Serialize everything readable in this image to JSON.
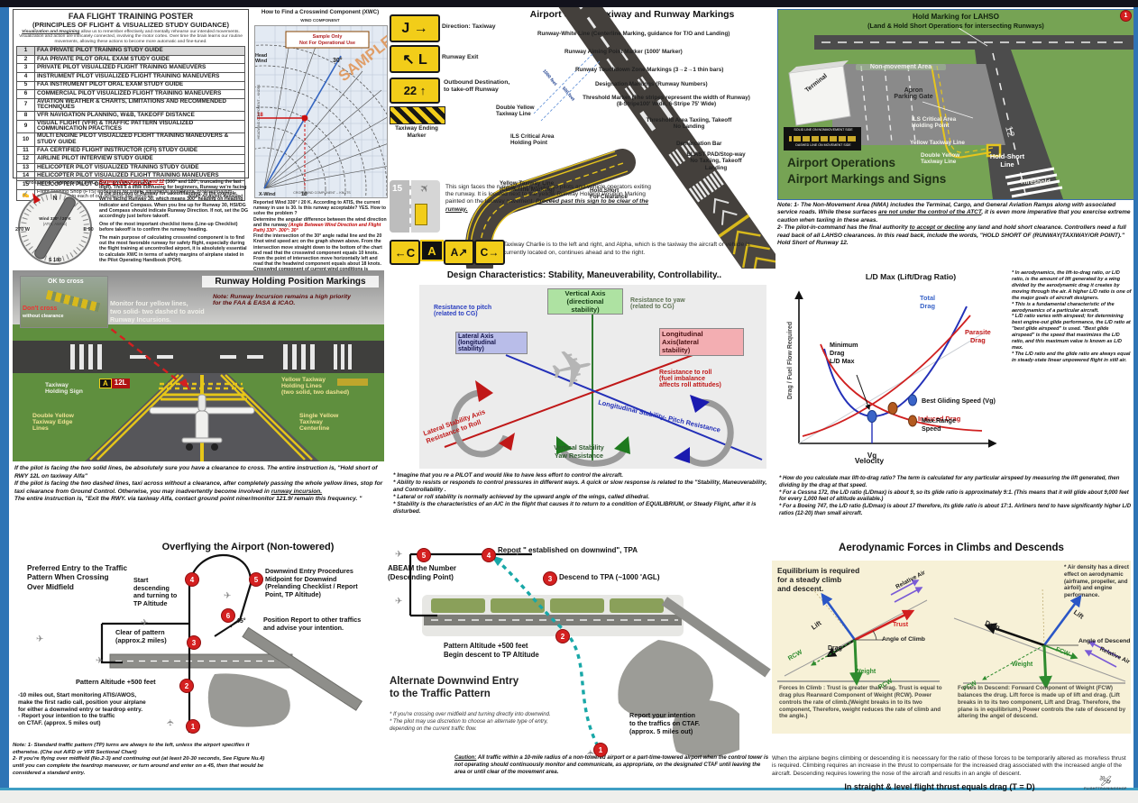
{
  "toc": {
    "title": "FAA FLIGHT TRAINING POSTER",
    "subtitle": "(PRINCIPLES OF FLIGHT & VISUALIZED STUDY GUIDANCE)",
    "intro_u": "Visualization and Imagining",
    "intro": " allow us to remember effectively and mentally rehearse our intended movements.  Visualization and action are intricately connected, involving the motor cortex. Over time the brain learns our routine movements, allowing these actions to become more automatic and fine-tuned.",
    "rows": [
      {
        "n": "1",
        "t": "FAA PRIVATE PILOT TRAINING STUDY GUIDE"
      },
      {
        "n": "2",
        "t": "FAA PRIVATE PILOT ORAL EXAM STUDY GUIDE"
      },
      {
        "n": "3",
        "t": "PRIVATE PILOT VISUALIZED FLIGHT TRAINING MANEUVERS"
      },
      {
        "n": "4",
        "t": "INSTRUMENT PILOT VISUALIZED FLIGHT TRAINING MANEUVERS"
      },
      {
        "n": "5",
        "t": "FAA INSTRUMENT PILOT ORAL EXAM STUDY GUIDE"
      },
      {
        "n": "6",
        "t": "COMMERCIAL PILOT VISUALIZED FLIGHT TRAINING MANEUVERS"
      },
      {
        "n": "7",
        "t": "AVIATION WEATHER & CHARTS, LIMITATIONS AND RECOMMENDED TECHNIQUES"
      },
      {
        "n": "8",
        "t": "VFR NAVIGATION PLANNING, W&B, TAKEOFF DISTANCE"
      },
      {
        "n": "9",
        "t": "VISUAL FLIGHT (VFR) & TRAFFIC PATTERN VISUALIZED COMMUNICATION PRACTICES"
      },
      {
        "n": "10",
        "t": "MULTI ENGINE PILOT VISUALIZED FLIGHT TRAINING MANEUVERS & STUDY GUIDE"
      },
      {
        "n": "11",
        "t": "FAA CERTIFIED FLIGHT INSTRUCTOR  (CFI) STUDY GUIDE"
      },
      {
        "n": "12",
        "t": "AIRLINE PILOT INTERVIEW STUDY GUIDE"
      },
      {
        "n": "13",
        "t": "HELICOPTER PILOT VISUALIZED TRAINING STUDY GUIDE"
      },
      {
        "n": "14",
        "t": "HELICOPTER PILOT VISUALIZED FLIGHT TRAINING MANEUVERS"
      },
      {
        "n": "15",
        "t": "HELICOPTER PILOT ORAL  STUDY GUIDE"
      }
    ],
    "pen_icon": "✍",
    "footer": "Flight Training Shop (FTS) endeavors for safety, situational awareness, professionalism, and excellence in each of our products and services.",
    "copyright": "2019© All Rights Reserved"
  },
  "cw": {
    "heading": "Crosswind Component (XWC)",
    "wind": "Wind 330° / 20 K",
    "wind2": "(ATIS, AWOS)",
    "n": "N",
    "e": "E 90",
    "s": "S 180",
    "w": "270 W",
    "p1r": "Runway directions 30 and 12",
    "p1": " (300° and 120°, truncating the last digit). This's a little confusing for beginners, Runway we're facing is the direction of Runway for takeoff/landing. In the example, We're facing Runway 30, which  means 300°  heading on Heading Indicator and Compass. When you line up for Runway 30, HSI/DG and  Compass should indicate Runway Direction. If not, set the DG accordingly just before takeoff.",
    "p2": "One of the most important checklist items (Line-up Checklist) before takeoff is to confirm the runway heading.",
    "p3": "The main purpose of calculating crosswind component is to find out the most favorable runway for safety flight, especially during the flight training at uncontrolled airport, it is absolutely essential to calculate XWC in terms of safety margins of airplane stated in the Pilot Operating Handbook (POH)."
  },
  "wc": {
    "title": "How to Find a Crosswind Component (XWC)",
    "sub": "WIND COMPONENT",
    "sample1": "Sample Only",
    "sample2": "Not For Operational Use",
    "watermark": "SAMPLE",
    "head": "Head\nWind",
    "deg": "30°",
    "v18": "18",
    "v10": "10",
    "xwind": "X-Wind",
    "xaxis": "CROSSWIND COMPONENT -- KNOTS",
    "yaxis": "HEADWIND COMPONENT -- KNOTS",
    "p1": "Reported Wind 330° / 20 K. According to ATIS, the current runway in use is 30. Is this runway acceptable? YES.  How to solve the problem ?",
    "p2a": "Determine the angular difference between the wind direction and the runway ",
    "p2r": "(Angle Between Wind Direction and Flight Path) 330°- 300°: 30°",
    "p3": "Find the intersection of the 30° angle radial line and the 20 Knot wind speed arc on the graph shown above. From the intersection  move straight down to the bottom of the chart and read that the crosswind component equals 10 knots. From the point of intersection move horizontally left and read that the headwind component equals about 18 knots. Crosswind component of current wind conditions is acceptable for Runway 30. ",
    "p3r": "Crosswind Component: 10 K. Headwind Component: 18 K."
  },
  "sg": {
    "title": "Airport Signs: Taxiway and Runway Markings",
    "s1": "J →",
    "s1l": "Direction: Taxiway",
    "s2": "↖ L",
    "s2l": "Runway Exit",
    "s3": "22 ↑",
    "s3l": "Outbound Destination,\nto take-off Runway",
    "s4l": "Taxiway Ending\nMarker",
    "r0": "Runway-White Line (Centerline Marking, guidance for T/O and Landing)",
    "r1": "Runway Aiming Point Marker (1000' Marker)",
    "r2": "Runway Touchdown Zone Markings (3→2→1 thin bars)",
    "r3": "Designation Markings (Runway Numbers)",
    "r4": "Threshold Marker (The stripes represent the width of Runway)\n(8-Stripe100' Wide, 6-Stripe 75' Wide)",
    "r5": "Threshold Area Taxiing, Takeoff\nNo Landing",
    "r6": "Demarcation Bar",
    "r7": "BLAST PAD/Stop-way\nNo Taxiing, Takeoff\nLanding",
    "r8": "Double Yellow\nTaxiway Line",
    "r9": "ILS  Critical Area\nHolding Point",
    "r10": "Yellow Taxiway Line\n(Centerline Marking)",
    "r11": "Hold Short\nFor Clearance",
    "m1000": "1000 feet",
    "m500": "500 feet",
    "rwy15": "15",
    "exit_p": "This sign faces the runway and is visible to pilots and vehicle operators exiting the runway. It is located next to the yellow Runway Holding Position Marking painted on the taxiway pavement. ",
    "exit_u": "Proceed past this sign to be clear of the runway.",
    "c1": "←C",
    "c2": "A",
    "c3": "A↗",
    "c4": "C→",
    "caac": "Taxiway Charlie is to the left and right, and Alpha, which is the taxiway the aircraft or vehicle is currently located on, continues ahead and to the right."
  },
  "lh": {
    "badge": "1",
    "t1": "Hold Marking for LAHSO",
    "t2": "(Land & Hold Short Operations for intersecting Runways)",
    "nma": "Non-movement Area",
    "terminal": "Terminal",
    "apron": "Apron\nParking Gate",
    "ils": "ILS  Critical Area\nHolding Point",
    "ytl": "Yellow Taxiway Line",
    "dytl": "Double Yellow\nTaxiway Line",
    "hsl": "Hold-Short\nLine",
    "thr": "Threshold",
    "rwy": "12",
    "leg1": "SOLID LINE ON NONMOVEMENT SIDE",
    "leg2": "DASHED LINE ON MOVEMENT SIDE",
    "pt1": "Airport Operations",
    "pt2": "Airport  Markings and Signs",
    "n1a": "Note: 1- The Non-Movement Area (NMA) includes the Terminal, Cargo, and General Aviation Ramps along with associated service roads. While these surfaces ",
    "n1u": "are not under the control of the ATCT",
    "n1b": ", it is even more imperative that you exercise extreme caution when taxiing in these areas.",
    "n2a": "2- The pilot-in-command has the final authority ",
    "n2u": "to accept or decline",
    "n2b": " any land and hold short clearance. Controllers need a full read back of all LAHSO clearances. In this read back, include the words, \"HOLD SHORT OF (RUNWAY(TAXIWAY/OR POINT).\" Hold Short of Runway 12."
  },
  "rh": {
    "title": "Runway Holding Position Markings",
    "note": "Note: Runway Incursion remains a high priority\nfor the FAA & EASA & ICAO.",
    "mon": "Monitor four yellow lines,\ntwo solid- two dashed to avoid\nRunway Incursions.",
    "ok": "OK to cross",
    "dc": "Don't cross",
    "wcl": "without clearance",
    "sa": "A",
    "sr": "12L",
    "ths": "Taxiway\nHolding Sign",
    "ythl": "Yellow Taxiway\nHolding Lines\n(two solid, two dashed)",
    "sytc": "Single Yellow\nTaxiway\nCenterline",
    "dytel": "Double Yellow\nTaxiway Edge\nLines",
    "p1": "If the pilot is facing the two solid lines, be absolutely sure you have a clearance to cross. The entire instruction is, \"Hold short of RWY 12L on taxiway Alfa\"",
    "p2a": "If the pilot is facing the two dashed lines, taxi across without a clearance, after completely passing the whole yellow lines, stop for taxi clearance from Ground Control. Otherwise, you may inadvertently become involved in ",
    "p2u": "runway incursion.",
    "p3": "The entire instruction is, \"Exit the RWY. via taxiway Alfa, contact ground point niner/monitor 121.9/ remain this frequency. \""
  },
  "st": {
    "title": "Design Characteristics: Stability, Maneuverability, Controllability..",
    "bv": "Vertical Axis\n(directional\nstability)",
    "bl": "Lateral Axis\n(longitudinal\nstability)",
    "bo": "Longitudinal\nAxis(lateral\nstability)",
    "rp": "Resistance to pitch\n(related to CG)",
    "ry": "Resistance to yaw\n(related to CG)",
    "rr": "Resistance to roll\n(fuel imbalance\naffects roll attitudes)",
    "la": "Lateral Stability Axis\nResistance to Roll",
    "vs": "Vertical Stability\nYaw Resistance",
    "ls": "Longitudinal Stability- Pitch Resistance",
    "b0": "* Imagine that you re a PILOT and would like to have less effort to control the aircraft.",
    "b1": "* Ability to resists or responds to control pressures in different ways. A quick or slow response is related to the \"Stability, Maneuverability, and Controllability .",
    "b2": "* Lateral or roll stability is normally achieved by the upward angle of the wings, called dihedral.",
    "b3": "* Stability is the characteristics of an A/C in the flight that causes it to return to a condition of EQUILIBRIUM, or Steady Flight, after it is disturbed."
  },
  "ld": {
    "title": "L/D Max (Lift/Drag Ratio)",
    "ylab": "Drag / Fuel Flow Required",
    "xlab": "Velocity",
    "total": "Total\nDrag",
    "para": "Parasite\nDrag",
    "ind": "Induced Drag",
    "min": "Minimum\nDrag\nL/D Max",
    "lg1": "Best Gliding Speed (Vg)",
    "lg2": "Max.Range\nSpeed",
    "vg": "Vg",
    "b0": "* In aerodynamics, the lift-to-drag ratio, or L/D ratio, is the amount of lift generated by a wing divided by the aerodynamic drag it creates by moving through the air. A higher L/D ratio is one of the major goals of aircraft designers.",
    "b1": "* This is a fundamental characteristic of the aerodynamics of a particular aircraft.",
    "b2": "* L/D ratio varies with airspeed; for determining best engine-out glide performance, the L/D ratio at \"best glide airspeed\" is used. \"Best glide airspeed\" is the speed that maximizes the L/D ratio, and this maximum value is known as L/D max.",
    "b3": "* The L/D ratio and the glide ratio are always equal in steady-state linear unpowered flight in still air.",
    "bb0": "* How do you calculate max lift-to-drag ratio? The term is calculated for any particular airspeed by measuring the lift generated, then dividing by the drag at that speed.",
    "bb1": "* For a Cessna 172, the L/D ratio (L/Dmax) is about 9, so its glide ratio is approximately 9:1. (This means that it will glide about 9,000 feet for every 1,000 feet of altitude available.)",
    "bb2": "* For a Boeing 747, the L/D ratio (L/Dmax) is about 17 therefore, its glide ratio is about 17:1. Airliners tend to have significantly higher L/D ratios (12-20) than small aircraft."
  },
  "of": {
    "title": "Overflying the Airport (Non-towered)",
    "sub": "Preferred Entry to the Traffic\nPattern  When Crossing\nOver Midfield",
    "start": "Start\ndescending\nand turning to\nTP Altitude",
    "dw": "Downwind Entry Procedures\nMidpoint for Downwind\n(Prelanding Checklist / Report\nPoint, TP Altitude)",
    "pos": "Position Report to other traffics\nand advise your intention.",
    "a45": "45°",
    "clear": "Clear of pattern\n(approx.2 miles)",
    "pat": "Pattern Altitude +500 feet",
    "ten": "-10 miles out, Start monitoring ATIS/AWOS,\nmake the first radio call, position your airplane\nfor either a downwind entry or teardrop entry.\n- Report your intention to the traffic\non CTAF. (approx. 5 miles out)",
    "n1": "Note: 1- Standard traffic pattern (TP) turns are always to the left, unless the airport specifies it otherwise. (Che out A/FD or VFR Sectional Chart)",
    "n2": "2- If you're flying over midfield (No.2-3) and continuing out (at least 20-30 seconds, See Figure Nu.4) until you can complete the teardrop maneuver, or turn around and enter on a 45, then that would be considered a standard entry.",
    "c": [
      "1",
      "2",
      "3",
      "4",
      "5",
      "6"
    ]
  },
  "ae": {
    "title": "Alternate Downwind Entry\nto the Traffic Pattern",
    "report": "Report \" established on downwind\", TPA",
    "abeam": "ABEAM the Number\n(Descending Point)",
    "descend": "Descend to TPA (~1000 'AGL)",
    "pat": "Pattern Altitude +500 feet\nBegin descent to TP Altitude",
    "rep1": "Report your intention\nto the traffics on CTAF.\n(approx. 5 miles out)",
    "bullets": "* If you're crossing over midfield and turning directly into downwind.\n* The pilot may use discretion to choose an alternate type of entry,\ndepending on the current traffic flow.",
    "cl": "Caution:",
    "ct": " All traffic within a 10-mile radius of a non-towered airport or a part-time-towered airport when the control tower is not operating should continuously monitor and communicate, as appropriate, on the designated CTAF until leaving the area or until clear of the movement area.",
    "c": [
      "1",
      "2",
      "3",
      "4",
      "5"
    ]
  },
  "cd": {
    "title": "Aerodynamic Forces in Climbs and Descends",
    "eq": "Equilibrium is required\nfor a steady climb\nand descent.",
    "air": "* Air density has a direct effect on aerodynamic (airframe, propeller, and airfoil) and engine performance.",
    "lift": "Lift",
    "trust": "Trust",
    "drag": "Drag",
    "weight": "Weight",
    "rcw": "RCW",
    "fcw": "FCW",
    "aoc": "Angle of Climb",
    "aod": "Angle of Descend",
    "ra": "Relative Air",
    "ftc": "Forces In Climb : Trust is greater than drag. Trust is equal to drag plus Rearward Component of Weight (RCW). Power controls the rate of climb.(Weight breaks in to its two component, Therefore, weight reduces the rate of climb and the angle.)",
    "ftd": "Forces In Descend: Forward Component of Weight (FCW) balances the drug. Lift force is made up of lift and drag. (Lift breaks in to its two component, Lift and Drag. Therefore, the plane is in equilibrium.) Power controls the rate of descend by altering the angel of descend.",
    "bottom": "When the airplane begins climbing or descending it is necessary for the ratio of these forces to be temporarily altered as more/less thrust is required. Climbing requires an increase in the thrust to compensate for the increased drag associated with the increased angle of the aircraft. Descending requires lowering the nose of the aircraft and results in an angle of descent.",
    "tag": "In straight & level flight thrust equals drag (T = D)",
    "logo": "FLIGHTTRAININGSHOP"
  }
}
